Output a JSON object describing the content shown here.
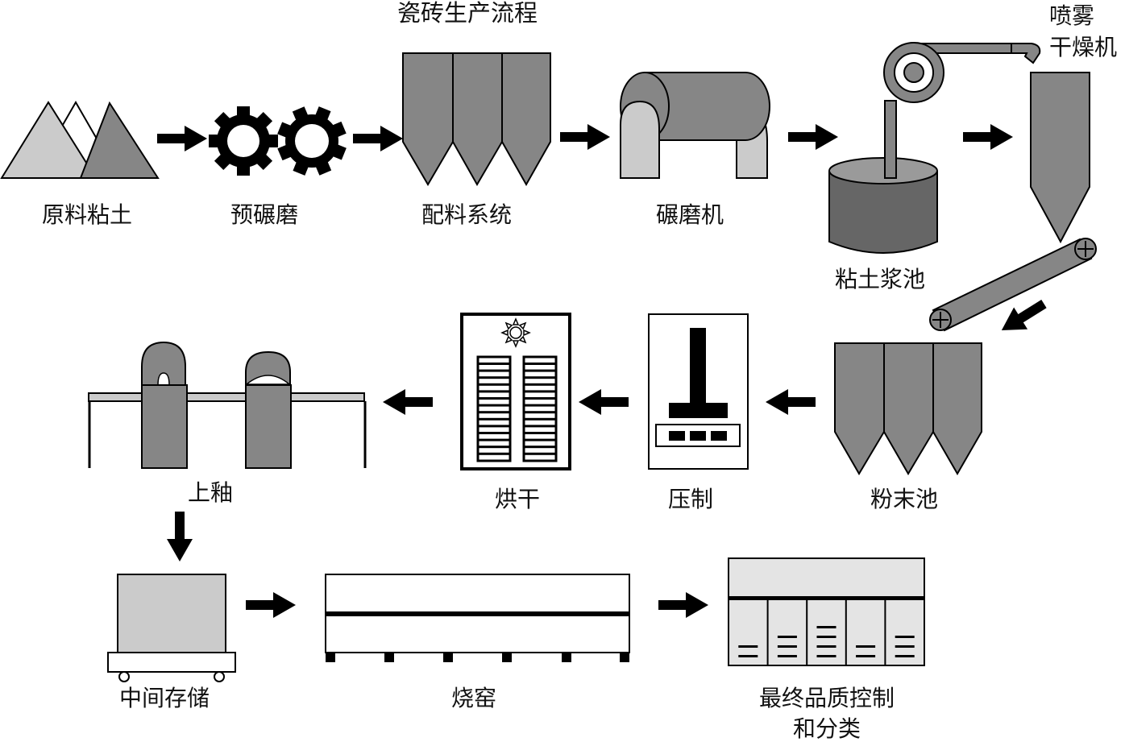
{
  "title": "瓷砖生产流程",
  "colors": {
    "dark_gray": "#868686",
    "light_gray": "#cbcbcb",
    "pale_gray": "#e4e4e4",
    "black": "#000000",
    "white": "#ffffff"
  },
  "steps": [
    {
      "id": "raw-clay",
      "label": "原料粘土"
    },
    {
      "id": "pre-grinding",
      "label": "预碾磨"
    },
    {
      "id": "batching-system",
      "label": "配料系统"
    },
    {
      "id": "grinding-mill",
      "label": "碾磨机"
    },
    {
      "id": "clay-slurry-pool",
      "label": "粘土浆池"
    },
    {
      "id": "spray-dryer",
      "label_line1": "喷雾",
      "label_line2": "干燥机"
    },
    {
      "id": "powder-pool",
      "label": "粉末池"
    },
    {
      "id": "pressing",
      "label": "压制"
    },
    {
      "id": "drying",
      "label": "烘干"
    },
    {
      "id": "glazing",
      "label": "上釉"
    },
    {
      "id": "intermediate-storage",
      "label": "中间存储"
    },
    {
      "id": "kiln",
      "label": "烧窑"
    },
    {
      "id": "quality-control",
      "label_line1": "最终品质控制",
      "label_line2": "和分类"
    }
  ],
  "flow_arrows": [
    {
      "from": "原料粘土",
      "to": "预碾磨",
      "direction": "right"
    },
    {
      "from": "预碾磨",
      "to": "配料系统",
      "direction": "right"
    },
    {
      "from": "配料系统",
      "to": "碾磨机",
      "direction": "right"
    },
    {
      "from": "碾磨机",
      "to": "粘土浆池",
      "direction": "right"
    },
    {
      "from": "粘土浆池",
      "to": "喷雾干燥机",
      "direction": "right"
    },
    {
      "from": "喷雾干燥机",
      "to": "粉末池",
      "direction": "down-left"
    },
    {
      "from": "粉末池",
      "to": "压制",
      "direction": "left"
    },
    {
      "from": "压制",
      "to": "烘干",
      "direction": "left"
    },
    {
      "from": "烘干",
      "to": "上釉",
      "direction": "left"
    },
    {
      "from": "上釉",
      "to": "中间存储",
      "direction": "down"
    },
    {
      "from": "中间存储",
      "to": "烧窑",
      "direction": "right"
    },
    {
      "from": "烧窑",
      "to": "最终品质控制和分类",
      "direction": "right"
    }
  ],
  "quality_bins_line_counts": [
    2,
    3,
    4,
    2,
    3
  ]
}
